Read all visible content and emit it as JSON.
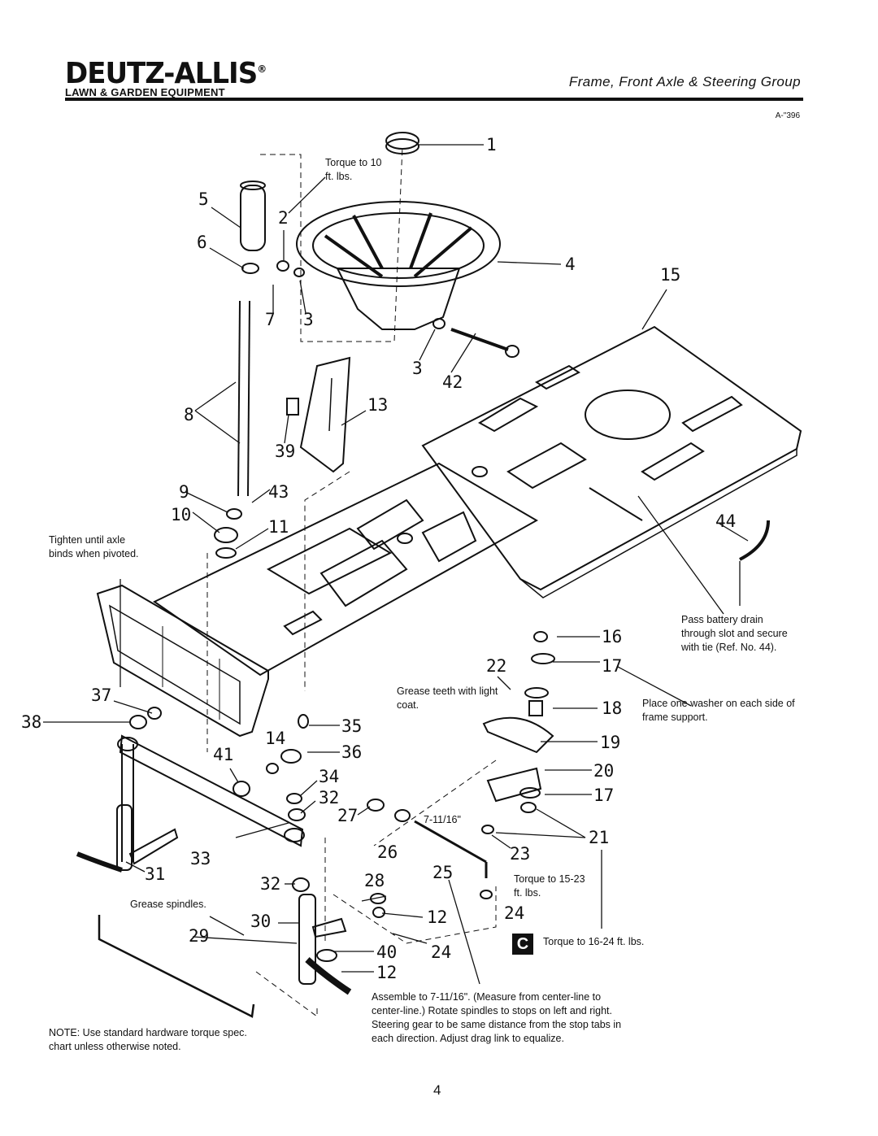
{
  "header": {
    "brand": "DEUTZ-ALLIS",
    "brand_mark": "®",
    "subtitle": "LAWN & GARDEN EQUIPMENT",
    "section_title": "Frame, Front Axle & Steering Group",
    "figure_ref": "A-\"396"
  },
  "callouts": {
    "c1": "1",
    "c2": "2",
    "c3a": "3",
    "c3b": "3",
    "c4": "4",
    "c5": "5",
    "c6": "6",
    "c7": "7",
    "c8": "8",
    "c9": "9",
    "c10": "10",
    "c11": "11",
    "c12a": "12",
    "c12b": "12",
    "c13": "13",
    "c14": "14",
    "c15": "15",
    "c16": "16",
    "c17a": "17",
    "c17b": "17",
    "c18": "18",
    "c19": "19",
    "c20": "20",
    "c21": "21",
    "c22": "22",
    "c23": "23",
    "c24a": "24",
    "c24b": "24",
    "c25": "25",
    "c26": "26",
    "c27": "27",
    "c28": "28",
    "c29": "29",
    "c30": "30",
    "c31": "31",
    "c32a": "32",
    "c32b": "32",
    "c33": "33",
    "c34": "34",
    "c35": "35",
    "c36": "36",
    "c37": "37",
    "c38": "38",
    "c39": "39",
    "c40": "40",
    "c41": "41",
    "c42": "42",
    "c43": "43",
    "c44": "44"
  },
  "notes": {
    "torque_10": "Torque to 10 ft. lbs.",
    "tighten_axle": "Tighten until axle binds when pivoted.",
    "battery_drain": "Pass battery drain through slot and secure with tie (Ref. No. 44).",
    "washer": "Place one washer on each side of frame support.",
    "grease_teeth": "Grease teeth with light coat.",
    "dimension": "7-11/16\"",
    "torque_15_23": "Torque to 15-23 ft. lbs.",
    "torque_16_24": "Torque to 16-24 ft. lbs.",
    "c_badge": "C",
    "grease_spindles": "Grease spindles.",
    "assemble": "Assemble to 7-11/16\". (Measure from center-line to center-line.) Rotate spindles to stops on left and right. Steering gear to be same distance from the stop tabs in each direction. Adjust drag link to equalize.",
    "standard_hardware": "NOTE: Use standard hardware torque spec. chart unless otherwise noted."
  },
  "page_number": "4"
}
